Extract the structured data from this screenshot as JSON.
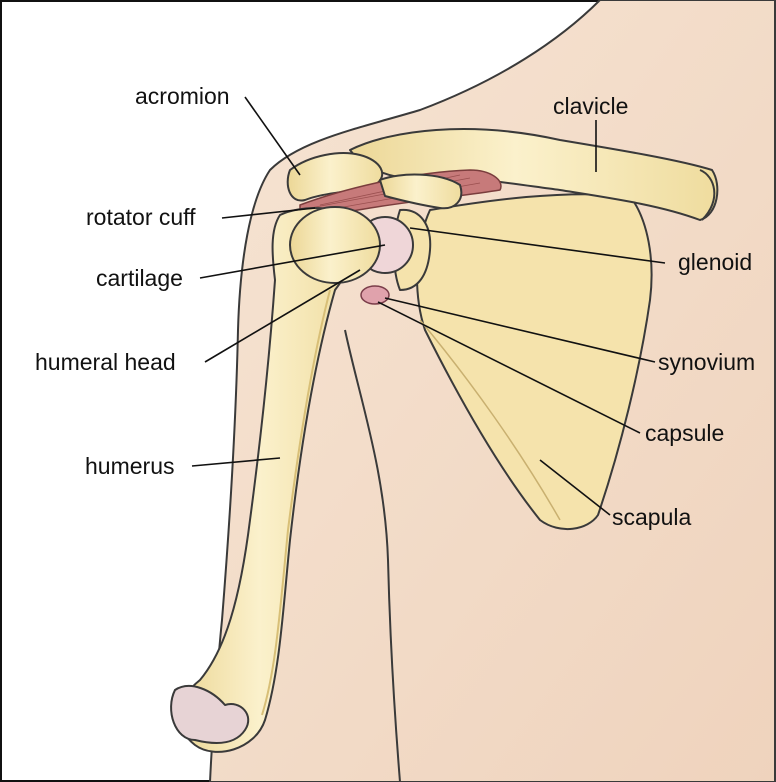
{
  "labels": {
    "acromion": "acromion",
    "clavicle": "clavicle",
    "rotator_cuff": "rotator cuff",
    "cartilage": "cartilage",
    "glenoid": "glenoid",
    "humeral_head": "humeral head",
    "synovium": "synovium",
    "capsule": "capsule",
    "humerus": "humerus",
    "scapula": "scapula"
  },
  "colors": {
    "skin": "#f3ddc8",
    "bone": "#f7e9b5",
    "bone_shadow": "#e9d389",
    "cartilage": "#efd6d8",
    "synovium": "#e0a2ac",
    "muscle": "#c77a7a",
    "outline": "#3a3a3a"
  }
}
